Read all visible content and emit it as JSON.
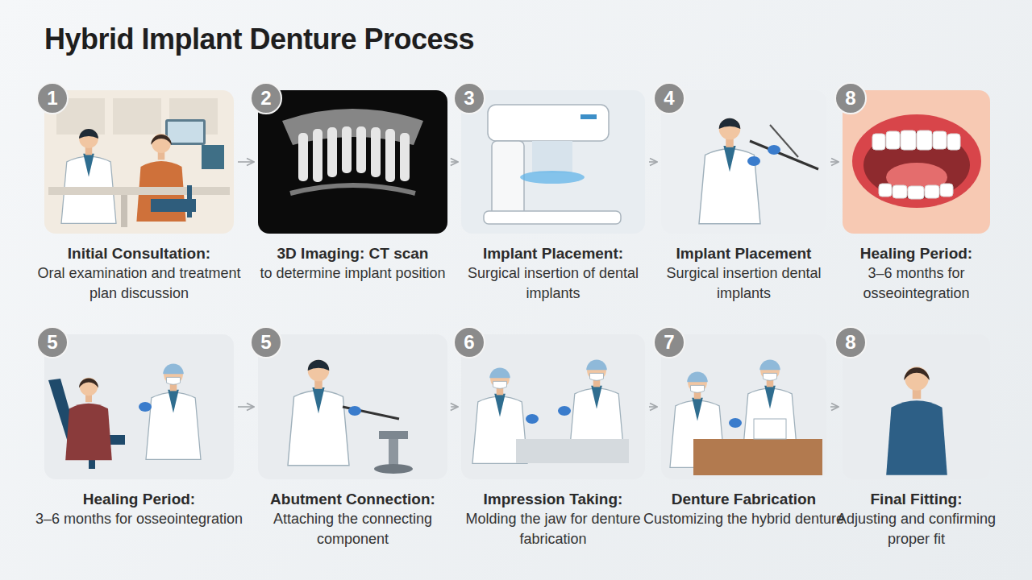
{
  "diagram": {
    "title": "Hybrid Implant Denture Process",
    "nodes": [
      {
        "text": [
          "1",
          "Initial Consultation:",
          "Oral examination and treatment plan discussion"
        ]
      },
      {
        "text": [
          "2",
          "3D Imaging: CT scan",
          "to determine implant position"
        ]
      },
      {
        "text": [
          "3",
          "Implant Placement:",
          "Surgical insertion of dental implants"
        ]
      },
      {
        "text": [
          "4",
          "Implant Placement",
          "Surgical insertion dental implants"
        ]
      },
      {
        "text": [
          "8",
          "Healing Period:",
          "3–6 months for osseointegration"
        ]
      },
      {
        "text": [
          "5",
          "Healing Period:",
          "3–6 months for osseointegration"
        ]
      },
      {
        "text": [
          "5",
          "Abutment Connection:",
          "Attaching the connecting component"
        ]
      },
      {
        "text": [
          "6",
          "Impression Taking:",
          "Molding the jaw for denture fabrication"
        ]
      },
      {
        "text": [
          "7",
          "Denture Fabrication",
          "Customizing the hybrid denture"
        ]
      },
      {
        "text": [
          "8",
          "Final Fitting:",
          "Adjusting and confirming proper fit"
        ]
      }
    ],
    "edges": [
      {
        "from": 0,
        "to": 1,
        "arrow": "to"
      },
      {
        "from": 1,
        "to": 2,
        "arrow": "to"
      },
      {
        "from": 2,
        "to": 3,
        "arrow": "to"
      },
      {
        "from": 3,
        "to": 4,
        "arrow": "to"
      },
      {
        "from": 5,
        "to": 6,
        "arrow": "to"
      },
      {
        "from": 6,
        "to": 7,
        "arrow": "to"
      },
      {
        "from": 7,
        "to": 8,
        "arrow": "to"
      },
      {
        "from": 8,
        "to": 9,
        "arrow": "to"
      }
    ]
  }
}
